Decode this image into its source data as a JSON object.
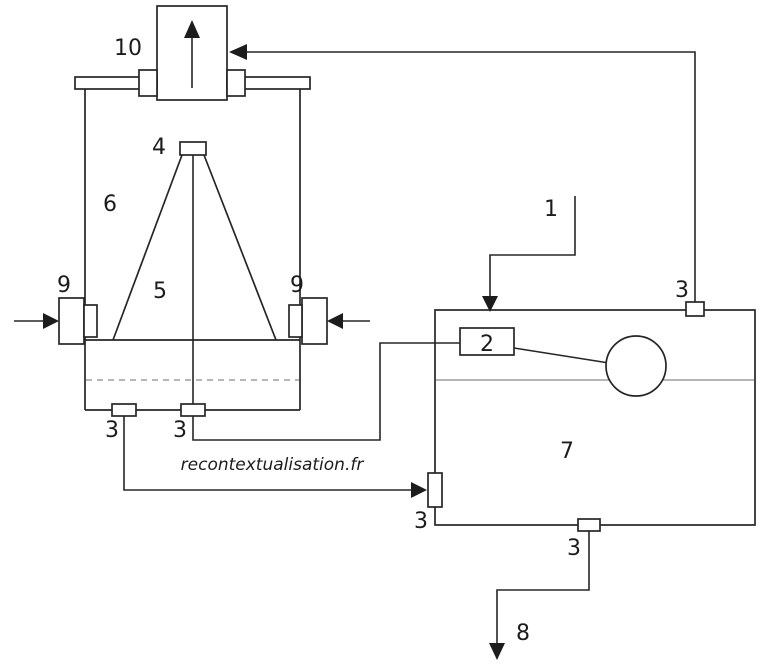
{
  "watermark": "recontextualisation.fr",
  "labels": {
    "feed": "1",
    "mixer": "2",
    "fitting_tank_top": "3",
    "fitting_vessel_left": "3",
    "fitting_vessel_center": "3",
    "valve_tank_inlet": "3",
    "fitting_tank_bottom": "3",
    "nozzle": "4",
    "cone": "5",
    "vessel": "6",
    "tank": "7",
    "drain": "8",
    "inlet_left": "9",
    "inlet_right": "9",
    "vent": "10"
  }
}
